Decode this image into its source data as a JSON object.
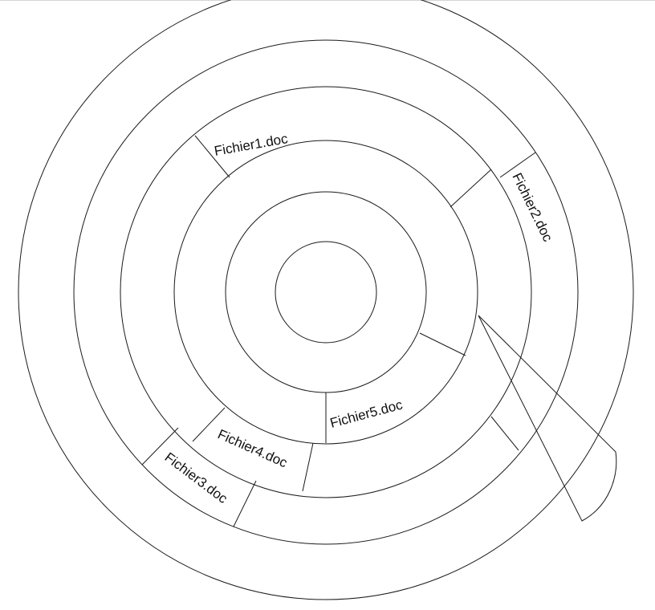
{
  "diagram": {
    "stroke_color": "#1a1a1a",
    "background": "#ffffff",
    "files": [
      {
        "name": "Fichier1.doc"
      },
      {
        "name": "Fichier2.doc"
      },
      {
        "name": "Fichier3.doc"
      },
      {
        "name": "Fichier4.doc"
      },
      {
        "name": "Fichier5.doc"
      }
    ]
  }
}
